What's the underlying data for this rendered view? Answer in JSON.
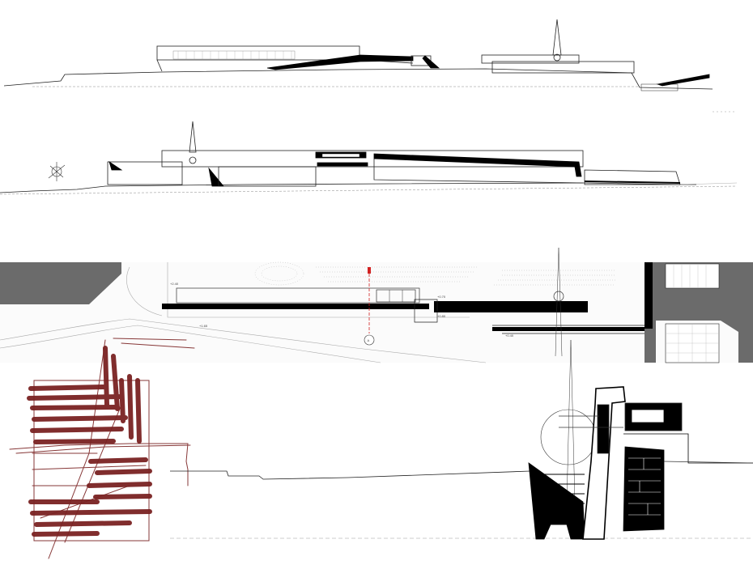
{
  "plan": {
    "level_labels": [
      "+2.40",
      "+1.65",
      "+0.70",
      "+0.80",
      "+0.40"
    ],
    "section_marker": "A"
  },
  "colors": {
    "ink": "#000000",
    "line": "#222222",
    "thin": "#777777",
    "terrain_gray": "#6b6b6b",
    "sketch_red": "#7a2222",
    "section_red": "#d22222"
  }
}
